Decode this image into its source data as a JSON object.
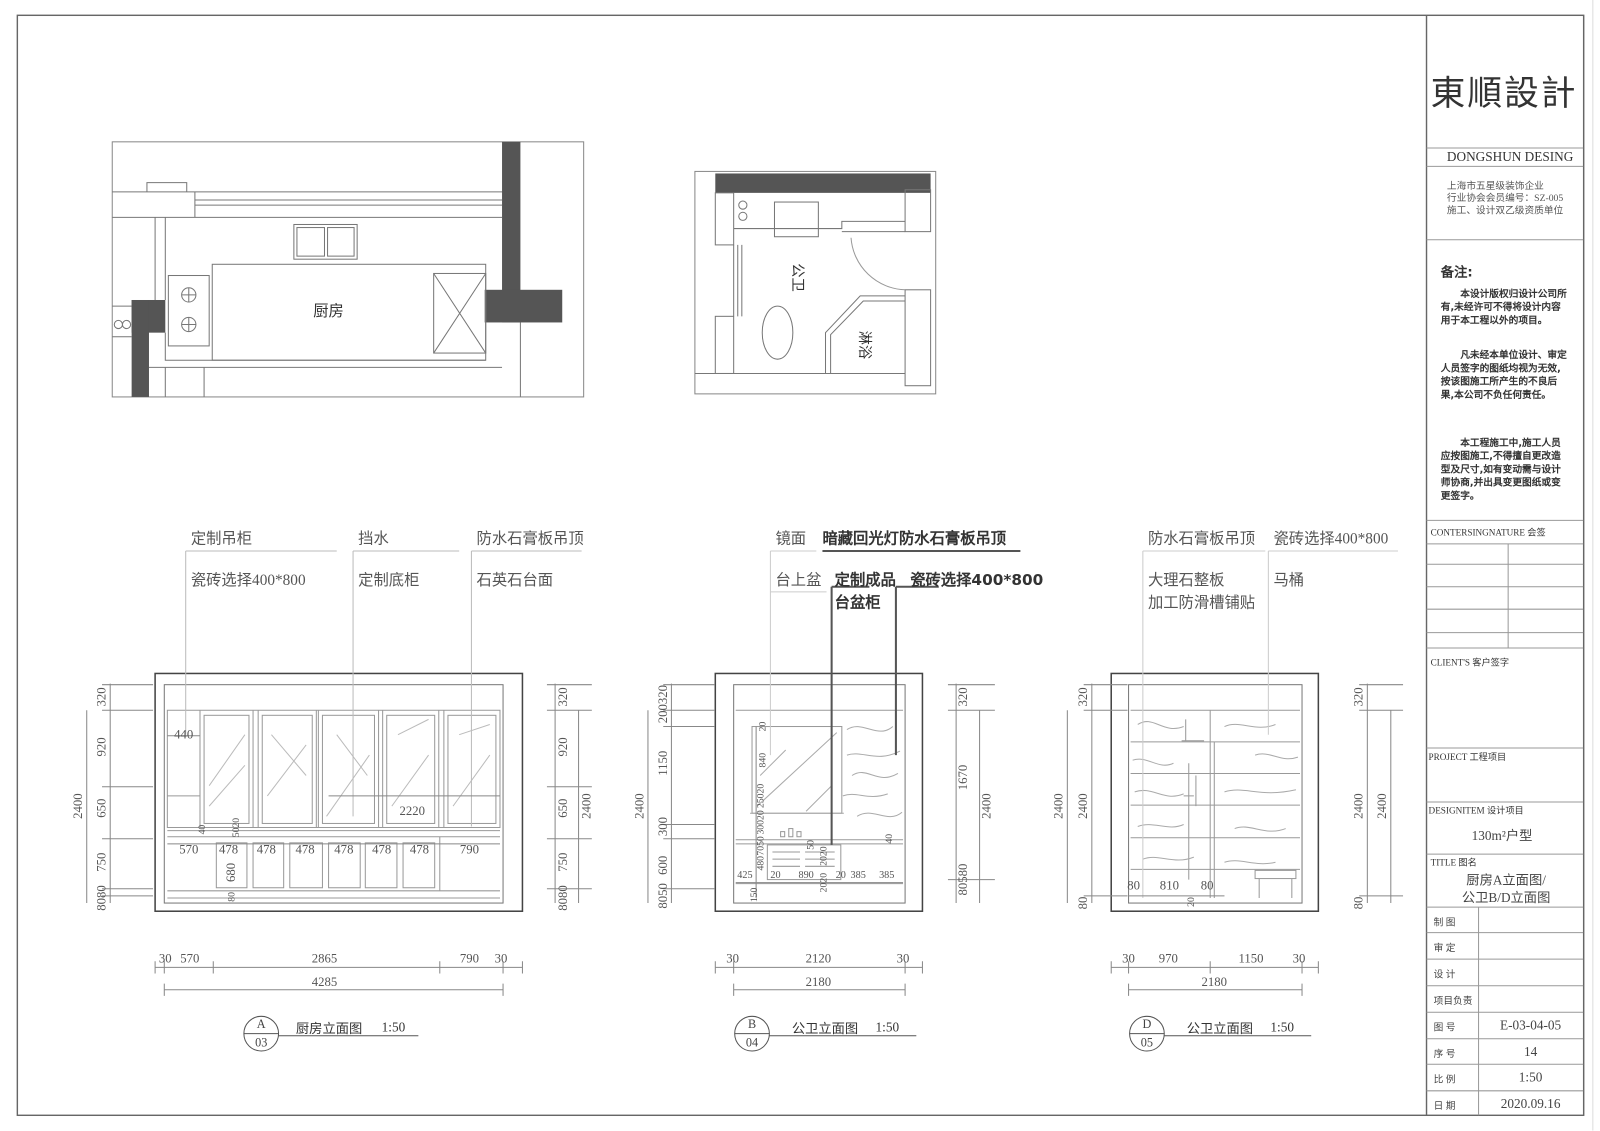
{
  "title_block": {
    "logo": "東順設計",
    "company_en": "DONGSHUN DESING",
    "address_lines": [
      "上海市五星级装饰企业",
      "行业协会会员编号：SZ-005",
      "施工、设计双乙级资质单位"
    ],
    "notes_heading": "备注:",
    "notes": [
      "本设计版权归设计公司所有,未经许可不得将设计内容用于本工程以外的项目。",
      "凡未经本单位设计、审定人员签字的图纸均视为无效,按该图施工所产生的不良后果,本公司不负任何责任。",
      "本工程施工中,施工人员应按图施工,不得擅自更改造型及尺寸,如有变动需与设计师协商,并出具变更图纸或变更签字。"
    ],
    "countersign": "CONTERSINGNATURE   会签",
    "clients": "CLIENT'S  客户签字",
    "project": "PROJECT   工程项目",
    "design_item_label": "DESIGNITEM     设计项目",
    "design_item": "130m²户型",
    "title_label": "TITLE    图名",
    "title_lines": [
      "厨房A立面图/",
      "公卫B/D立面图"
    ],
    "rows": [
      {
        "label": "制  图",
        "value": ""
      },
      {
        "label": "审  定",
        "value": ""
      },
      {
        "label": "设  计",
        "value": ""
      },
      {
        "label": "项目负责",
        "value": ""
      },
      {
        "label": "图  号",
        "value": "E-03-04-05"
      },
      {
        "label": "序  号",
        "value": "14"
      },
      {
        "label": "比  例",
        "value": "1:50"
      },
      {
        "label": "日  期",
        "value": "2020.09.16"
      }
    ]
  },
  "plans": {
    "kitchen": "厨房",
    "bathroom": "公卫",
    "shower": "淋浴"
  },
  "elevations": [
    {
      "letter": "A",
      "sheet": "03",
      "caption": "厨房立面图",
      "scale": "1:50",
      "callouts": [
        "定制吊柜",
        "瓷砖选择400*800",
        "挡水",
        "定制底柜",
        "防水石膏板吊顶",
        "石英石台面"
      ],
      "dims_left": [
        "320",
        "920",
        "650",
        "750",
        "8080",
        "2400"
      ],
      "dims_right": [
        "320",
        "920",
        "650",
        "750",
        "8080",
        "2400"
      ],
      "dims_inner": [
        "440",
        "2220",
        "570",
        "478",
        "478",
        "478",
        "478",
        "478",
        "478",
        "790",
        "680",
        "40",
        "5020",
        "80"
      ],
      "dims_bottom": [
        "30",
        "570",
        "2865",
        "790",
        "30",
        "4285"
      ]
    },
    {
      "letter": "B",
      "sheet": "04",
      "caption": "公卫立面图",
      "scale": "1:50",
      "callouts": [
        "镜面",
        "暗藏回光灯防水石膏板吊顶",
        "台上盆",
        "定制成品",
        "瓷砖选择400*800",
        "台盆柜"
      ],
      "dims_left": [
        "200320",
        "1150",
        "300",
        "600",
        "8050",
        "2400"
      ],
      "dims_right": [
        "320",
        "1670",
        "80580",
        "2400"
      ],
      "dims_inner": [
        "20",
        "840",
        "25020",
        "30020",
        "7050",
        "480",
        "425",
        "20",
        "890",
        "20",
        "385",
        "385",
        "150",
        "50",
        "2020",
        "2020",
        "40"
      ],
      "dims_bottom": [
        "30",
        "2120",
        "30",
        "2180"
      ]
    },
    {
      "letter": "D",
      "sheet": "05",
      "caption": "公卫立面图",
      "scale": "1:50",
      "callouts": [
        "防水石膏板吊顶",
        "瓷砖选择400*800",
        "大理石整板",
        "马桶",
        "加工防滑槽铺贴"
      ],
      "dims_left": [
        "320",
        "2400",
        "80",
        "2400"
      ],
      "dims_right": [
        "320",
        "2400",
        "80",
        "2400"
      ],
      "dims_inner": [
        "80",
        "810",
        "80",
        "20"
      ],
      "dims_bottom": [
        "30",
        "970",
        "1150",
        "30",
        "2180"
      ]
    }
  ]
}
